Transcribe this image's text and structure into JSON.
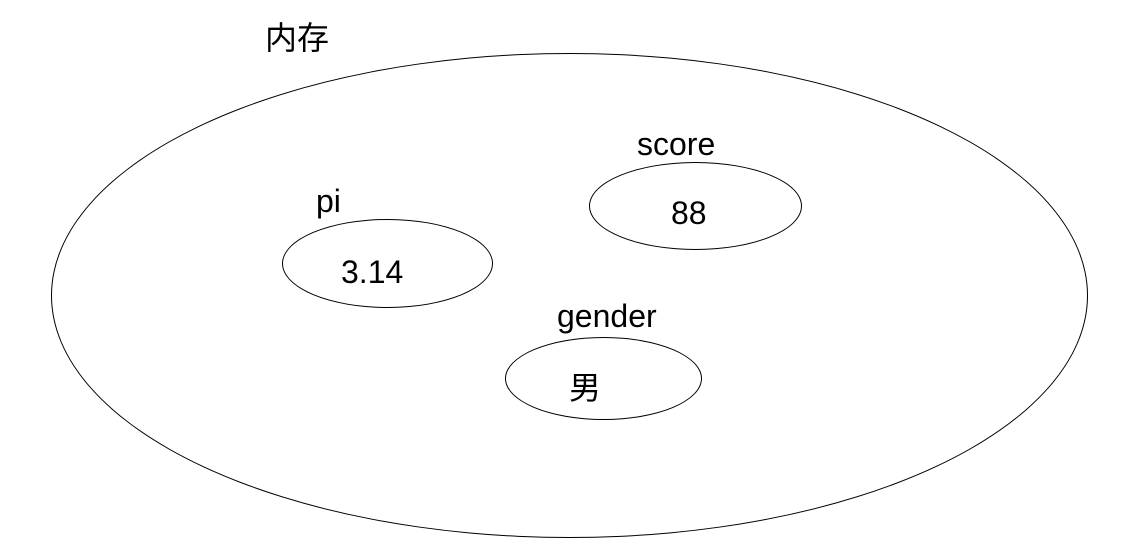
{
  "diagram": {
    "container_label": "内存",
    "variables": [
      {
        "name": "pi",
        "value": "3.14"
      },
      {
        "name": "score",
        "value": "88"
      },
      {
        "name": "gender",
        "value": "男"
      }
    ],
    "colors": {
      "line": "#000000",
      "text": "#000000",
      "background": "#ffffff"
    }
  }
}
